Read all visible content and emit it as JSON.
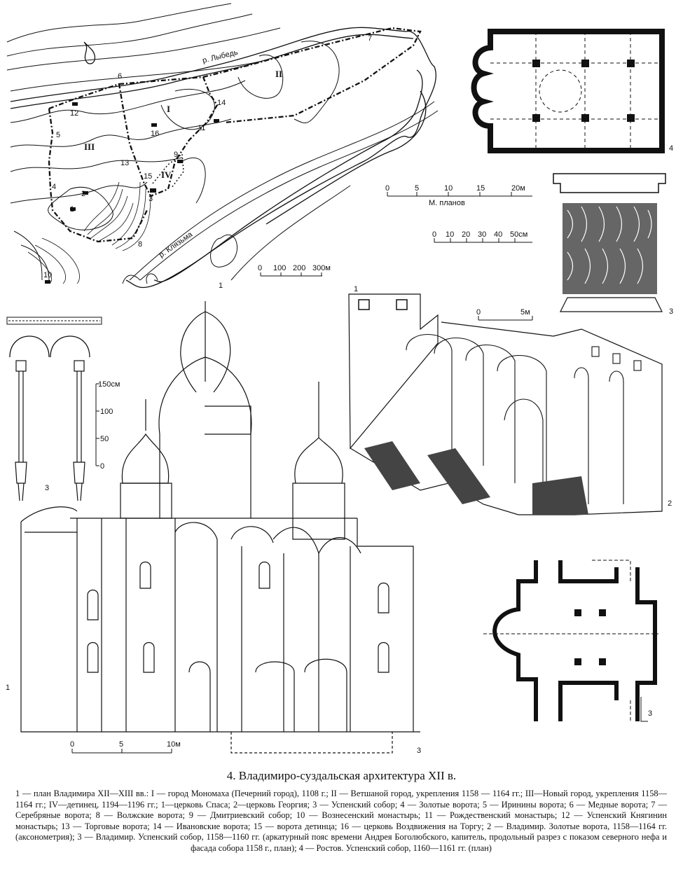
{
  "figure": {
    "title": "4. Владимиро-суздальская архитектура XII в.",
    "caption": "1 — план Владимира XII—XIII вв.: I — город Мономаха (Печерний город), 1108 г.; II — Ветшаной город, укрепления 1158 — 1164 гг.; III—Новый город, укрепления 1158—1164 гг.; IV—детинец, 1194—1196 гг.; 1—церковь Спаса; 2—церковь Георгия; 3 — Успенский собор; 4 — Золотые ворота; 5 — Иринины ворота; 6 — Медные ворота; 7 — Серебряные ворота; 8 — Волжские ворота; 9 — Дмитриевский собор; 10 — Вознесенский монастырь; 11 — Рождественский монастырь; 12 — Успенский Княгинин монастырь; 13 — Торговые ворота; 14 — Ивановские ворота; 15 — ворота детинца; 16 — церковь Воздвижения на Торгу; 2 — Владимир. Золотые ворота, 1158—1164 гг. (аксонометрия); 3 — Владимир. Успенский собор, 1158—1160 гг. (аркатурный пояс времени Андрея Боголюбского, капитель, продольный разрез с показом северного нефа и фасада собора 1158 г., план); 4 — Ростов. Успенский собор, 1160—1161 гг. (план)"
  },
  "map": {
    "fig_number": "1",
    "rivers": [
      "р. Лыбедь",
      "р. Клязьма"
    ],
    "districts": [
      "I",
      "II",
      "III",
      "IV"
    ],
    "points": [
      "1",
      "2",
      "3",
      "4",
      "5",
      "6",
      "7",
      "8",
      "9",
      "10",
      "11",
      "12",
      "13",
      "14",
      "15",
      "16"
    ],
    "scale": [
      "0",
      "100",
      "200",
      "300м"
    ]
  },
  "plan_scale": {
    "ticks": [
      "0",
      "5",
      "10",
      "15",
      "20м"
    ],
    "label": "М. планов"
  },
  "capital_scale": {
    "ticks": [
      "0",
      "10",
      "20",
      "30",
      "40",
      "50см"
    ]
  },
  "rostov_plan": {
    "fig_number": "4"
  },
  "capital": {
    "fig_number": "3"
  },
  "axonometry": {
    "fig_number": "2",
    "top_number": "1",
    "scale": [
      "0",
      "5м"
    ]
  },
  "arcade": {
    "fig_number": "3",
    "scale": [
      "150см",
      "100",
      "50",
      "0"
    ]
  },
  "section": {
    "fig_number": "1",
    "right_number": "3",
    "scale": [
      "0",
      "5",
      "10м"
    ]
  },
  "uspensky_plan": {
    "fig_number": "3"
  }
}
